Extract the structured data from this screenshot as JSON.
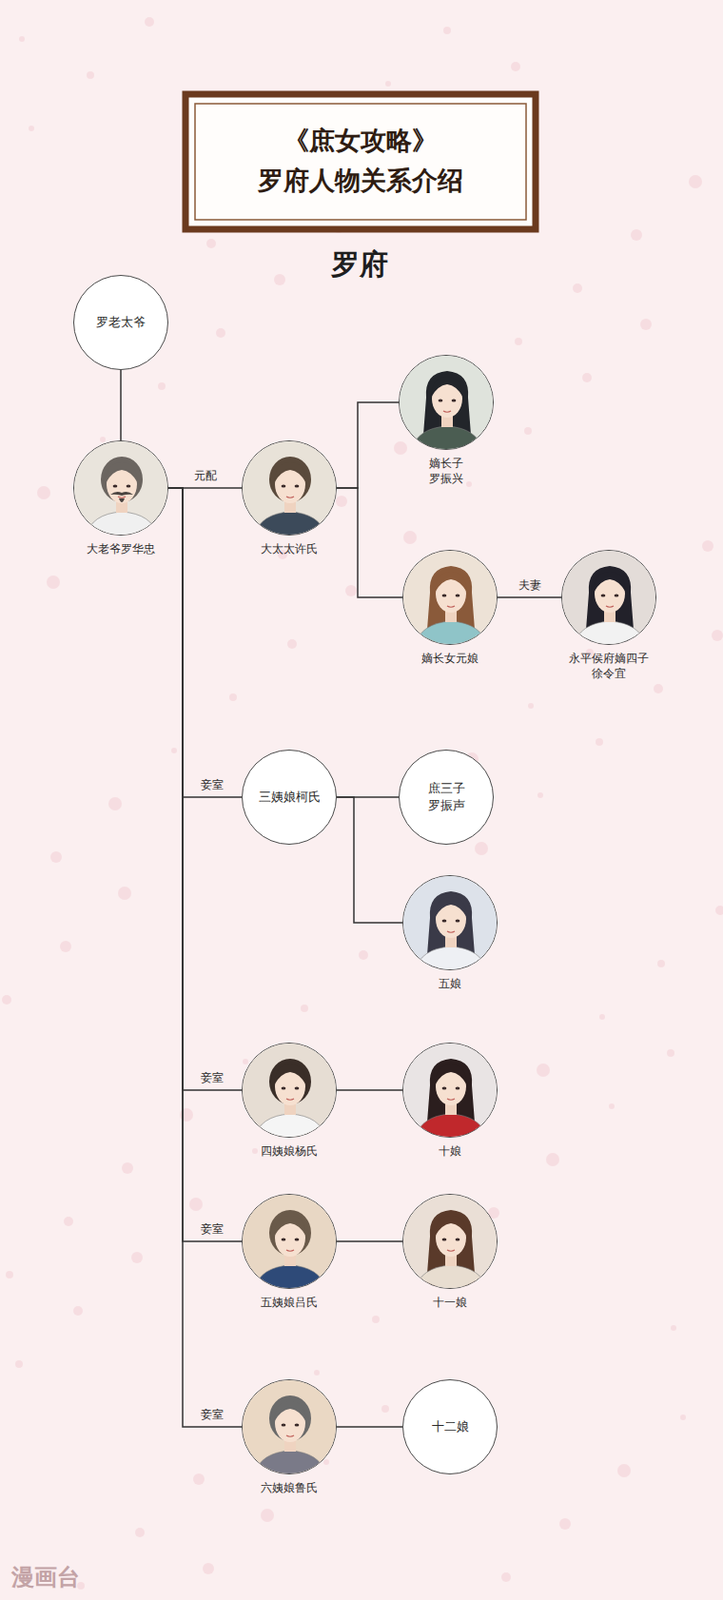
{
  "diagram": {
    "title": "《庶女攻略》 罗府人物关系介绍",
    "nodes": [
      {
        "text": [
          "罗老太爷"
        ]
      },
      {
        "text": [
          "大老爷罗华忠"
        ]
      },
      {
        "text": [
          "大太太许氏"
        ]
      },
      {
        "text": [
          "嫡长子 罗振兴"
        ]
      },
      {
        "text": [
          "嫡长女元娘"
        ]
      },
      {
        "text": [
          "永平侯府嫡四子 徐令宜"
        ]
      },
      {
        "text": [
          "三姨娘柯氏"
        ]
      },
      {
        "text": [
          "庶三子 罗振声"
        ]
      },
      {
        "text": [
          "五娘"
        ]
      },
      {
        "text": [
          "四姨娘杨氏"
        ]
      },
      {
        "text": [
          "十娘"
        ]
      },
      {
        "text": [
          "五姨娘吕氏"
        ]
      },
      {
        "text": [
          "十一娘"
        ]
      },
      {
        "text": [
          "六姨娘鲁氏"
        ]
      },
      {
        "text": [
          "十二娘"
        ]
      }
    ],
    "edges": [
      {
        "from": 0,
        "to": 1,
        "arrow": "none"
      },
      {
        "from": 1,
        "to": 2,
        "label": "元配",
        "arrow": "none"
      },
      {
        "from": 2,
        "to": 3,
        "arrow": "none"
      },
      {
        "from": 2,
        "to": 4,
        "arrow": "none"
      },
      {
        "from": 4,
        "to": 5,
        "label": "夫妻",
        "arrow": "none"
      },
      {
        "from": 1,
        "to": 6,
        "label": "妾室",
        "arrow": "none"
      },
      {
        "from": 6,
        "to": 7,
        "arrow": "none"
      },
      {
        "from": 6,
        "to": 8,
        "arrow": "none"
      },
      {
        "from": 1,
        "to": 9,
        "label": "妾室",
        "arrow": "none"
      },
      {
        "from": 9,
        "to": 10,
        "arrow": "none"
      },
      {
        "from": 1,
        "to": 11,
        "label": "妾室",
        "arrow": "none"
      },
      {
        "from": 11,
        "to": 12,
        "arrow": "none"
      },
      {
        "from": 1,
        "to": 13,
        "label": "妾室",
        "arrow": "none"
      },
      {
        "from": 13,
        "to": 14,
        "arrow": "none"
      }
    ],
    "labels": [
      "罗府",
      "漫画台"
    ]
  }
}
